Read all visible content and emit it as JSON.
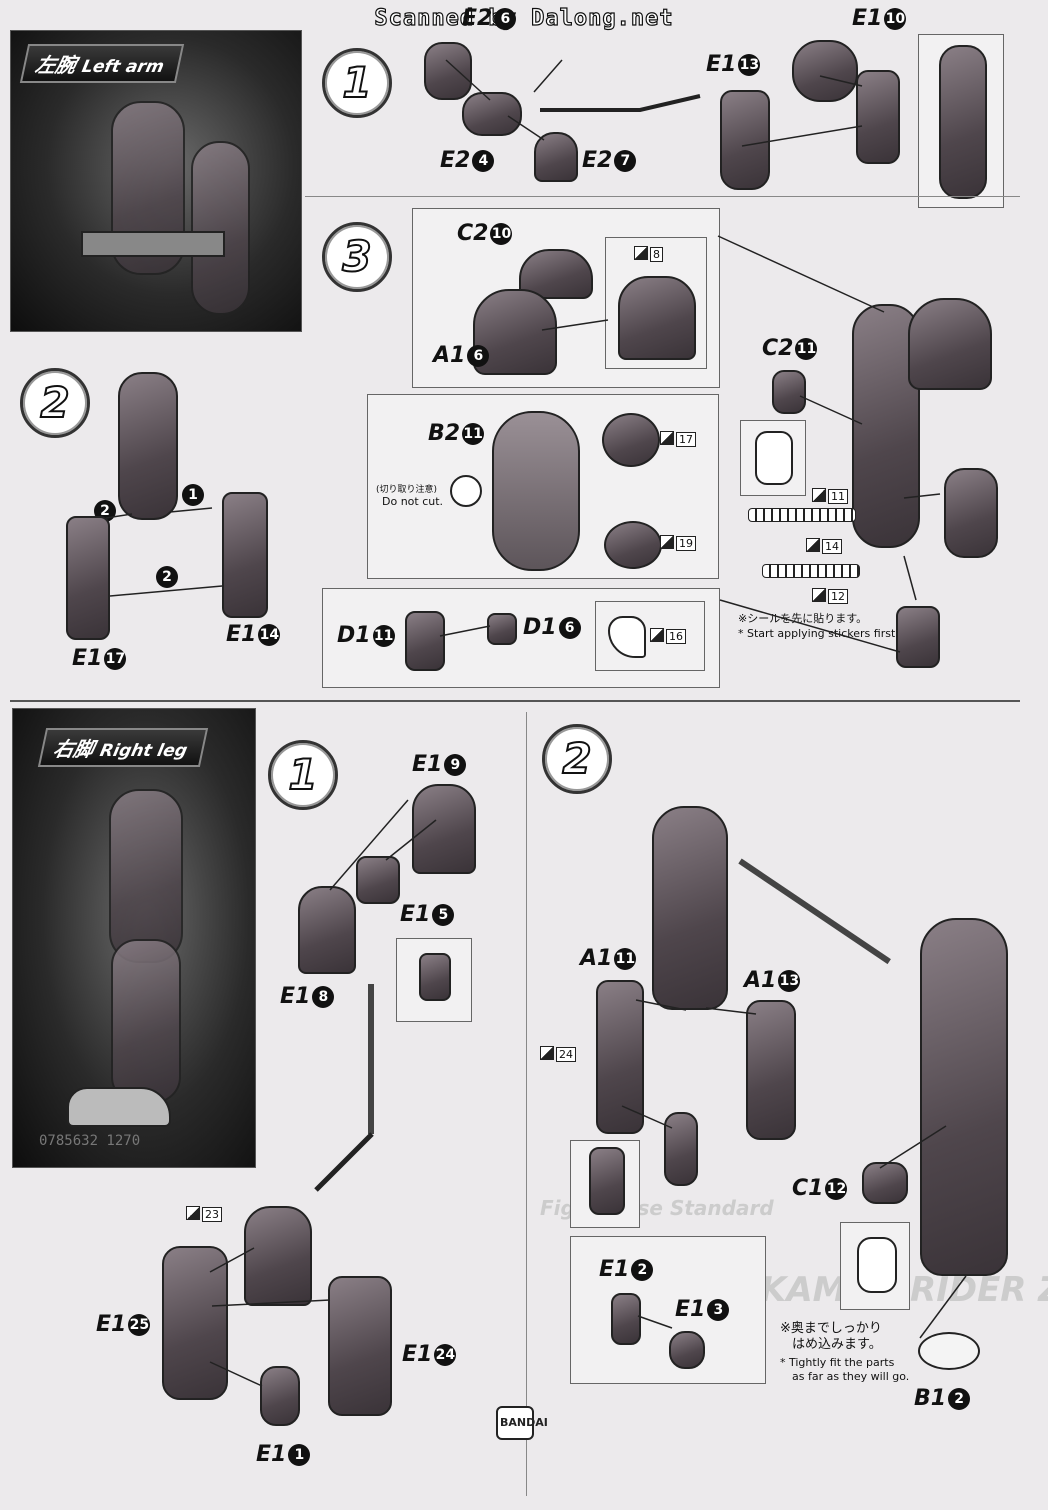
{
  "credit": "Scanned by Dalong.net",
  "sections": {
    "left_arm": {
      "title_jp": "左腕",
      "title_en": "Left arm"
    },
    "right_leg": {
      "title_jp": "右脚",
      "title_en": "Right leg"
    }
  },
  "left_arm": {
    "step1": {
      "number": "1",
      "parts": [
        {
          "runner": "E2",
          "num": "6"
        },
        {
          "runner": "E2",
          "num": "4"
        },
        {
          "runner": "E2",
          "num": "7"
        },
        {
          "runner": "E1",
          "num": "13"
        },
        {
          "runner": "E1",
          "num": "10"
        }
      ]
    },
    "step2": {
      "number": "2",
      "order": [
        "2",
        "1",
        "2"
      ],
      "parts": [
        {
          "runner": "E1",
          "num": "17"
        },
        {
          "runner": "E1",
          "num": "14"
        }
      ]
    },
    "step3": {
      "number": "3",
      "parts": [
        {
          "runner": "C2",
          "num": "10"
        },
        {
          "runner": "A1",
          "num": "6"
        },
        {
          "runner": "B2",
          "num": "11"
        },
        {
          "runner": "C2",
          "num": "11"
        },
        {
          "runner": "D1",
          "num": "11"
        },
        {
          "runner": "D1",
          "num": "6"
        }
      ],
      "stickers": [
        "8",
        "17",
        "19",
        "11",
        "14",
        "12",
        "16"
      ],
      "cut_warning_jp": "(切り取り注意)",
      "cut_warning_en": "Do not cut.",
      "sticker_note_jp": "※シールを先に貼ります。",
      "sticker_note_en": "* Start applying stickers first."
    }
  },
  "right_leg": {
    "step1": {
      "number": "1",
      "parts": [
        {
          "runner": "E1",
          "num": "9"
        },
        {
          "runner": "E1",
          "num": "5"
        },
        {
          "runner": "E1",
          "num": "8"
        },
        {
          "runner": "E1",
          "num": "25"
        },
        {
          "runner": "E1",
          "num": "24"
        },
        {
          "runner": "E1",
          "num": "1"
        }
      ],
      "stickers": [
        "23"
      ]
    },
    "step2": {
      "number": "2",
      "parts": [
        {
          "runner": "A1",
          "num": "11"
        },
        {
          "runner": "A1",
          "num": "13"
        },
        {
          "runner": "E1",
          "num": "2"
        },
        {
          "runner": "E1",
          "num": "3"
        },
        {
          "runner": "C1",
          "num": "12"
        },
        {
          "runner": "B1",
          "num": "2"
        }
      ],
      "stickers": [
        "24"
      ],
      "fit_note_jp_1": "※奥までしっかり",
      "fit_note_jp_2": "はめ込みます。",
      "fit_note_en_1": "* Tightly fit the parts",
      "fit_note_en_2": "as far as they will go."
    }
  },
  "background_text": {
    "product": "KAMEN RIDER Zi",
    "series": "Figure-rise Standard",
    "serial": "0785632 1270"
  },
  "brand": "BANDAI",
  "colors": {
    "paper": "#eceaec",
    "part": "#5a5055",
    "ink": "#111111"
  }
}
